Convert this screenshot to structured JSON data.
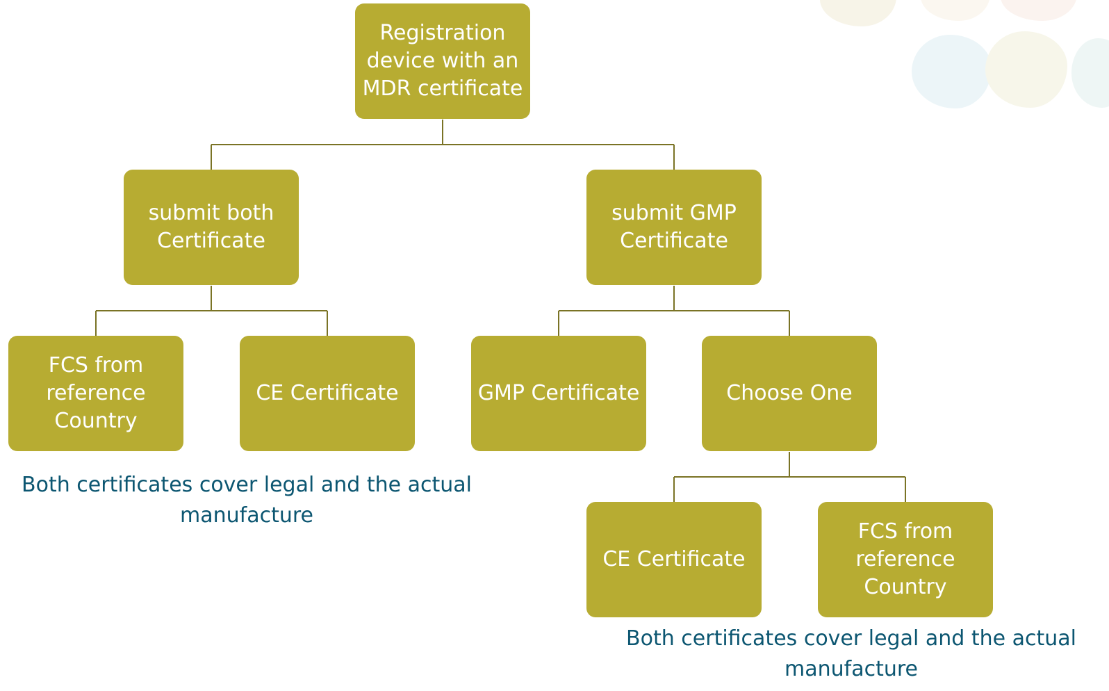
{
  "nodes": {
    "root": "Registration device with an MDR certificate",
    "submit_both": "submit both Certificate",
    "submit_gmp": "submit GMP Certificate",
    "fcs_left": "FCS from reference Country",
    "ce_left": "CE Certificate",
    "gmp_cert": "GMP Certificate",
    "choose_one": "Choose One",
    "ce_right": "CE Certificate",
    "fcs_right": "FCS from reference Country"
  },
  "notes": {
    "left": "Both certificates cover legal and the actual manufacture",
    "right": "Both certificates cover legal and the actual manufacture"
  },
  "colors": {
    "node_fill": "#b7ac32",
    "node_text": "#ffffff",
    "connector": "#7a7325",
    "note_text": "#0c5671"
  }
}
